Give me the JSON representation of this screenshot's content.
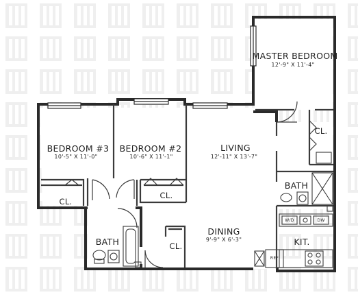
{
  "rooms": {
    "master": {
      "name": "MASTER BEDROOM",
      "dims": "12'-9\" X 11'-4\""
    },
    "bed3": {
      "name": "BEDROOM #3",
      "dims": "10'-5\" X 11'-0\""
    },
    "bed2": {
      "name": "BEDROOM #2",
      "dims": "10'-6\" X 11'-1\""
    },
    "living": {
      "name": "LIVING",
      "dims": "12'-11\" X 13'-7\""
    },
    "dining": {
      "name": "DINING",
      "dims": "9'-9\" X 6'-3\""
    },
    "bath_left": {
      "name": "BATH"
    },
    "bath_right": {
      "name": "BATH"
    },
    "kitchen": {
      "name": "KIT."
    }
  },
  "closets": {
    "right": "CL.",
    "bed3": "CL.",
    "bed2": "CL.",
    "hall": "CL."
  },
  "appliances": {
    "washer_dryer": "W/D",
    "dishwasher": "DW",
    "refrigerator": "REF"
  },
  "colors": {
    "wall": "#2a2a2a",
    "line": "#3a3a3a",
    "watermark": "#e6e6e6",
    "background": "#ffffff"
  }
}
